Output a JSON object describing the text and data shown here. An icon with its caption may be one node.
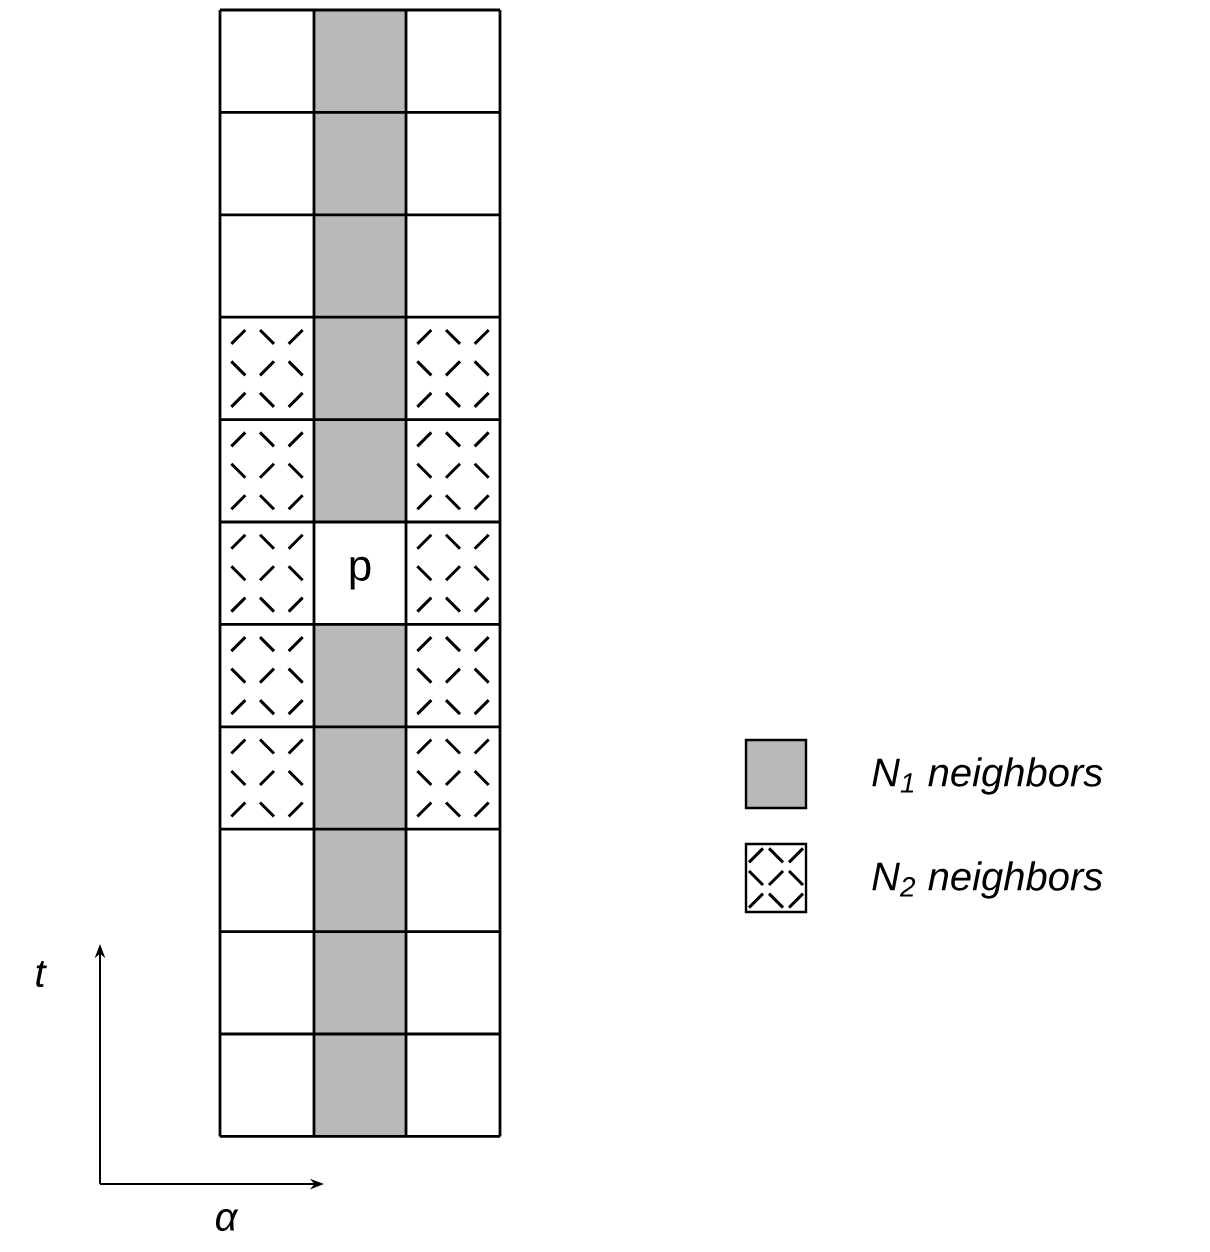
{
  "diagram": {
    "nodes": [
      {
        "text": [
          "p"
        ]
      }
    ],
    "edges": [],
    "labels": [
      "t",
      "α"
    ],
    "legend": [
      {
        "text": "N$_{1}$ neighbors"
      },
      {
        "text": "N$_{2}$ neighbors"
      }
    ]
  }
}
